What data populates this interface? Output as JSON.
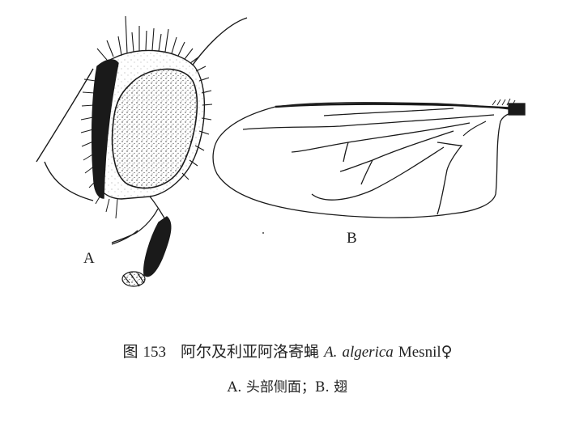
{
  "panel_labels": {
    "a": "A",
    "b": "B"
  },
  "caption": {
    "figure_word": "图",
    "figure_number": "153",
    "species_cn": "阿尔及利亚阿洛寄蝇",
    "genus_abbrev": "A.",
    "species_name": "algerica",
    "author": "Mesnil",
    "sex_symbol": "♀"
  },
  "subcaption": "A. 头部侧面；B. 翅"
}
